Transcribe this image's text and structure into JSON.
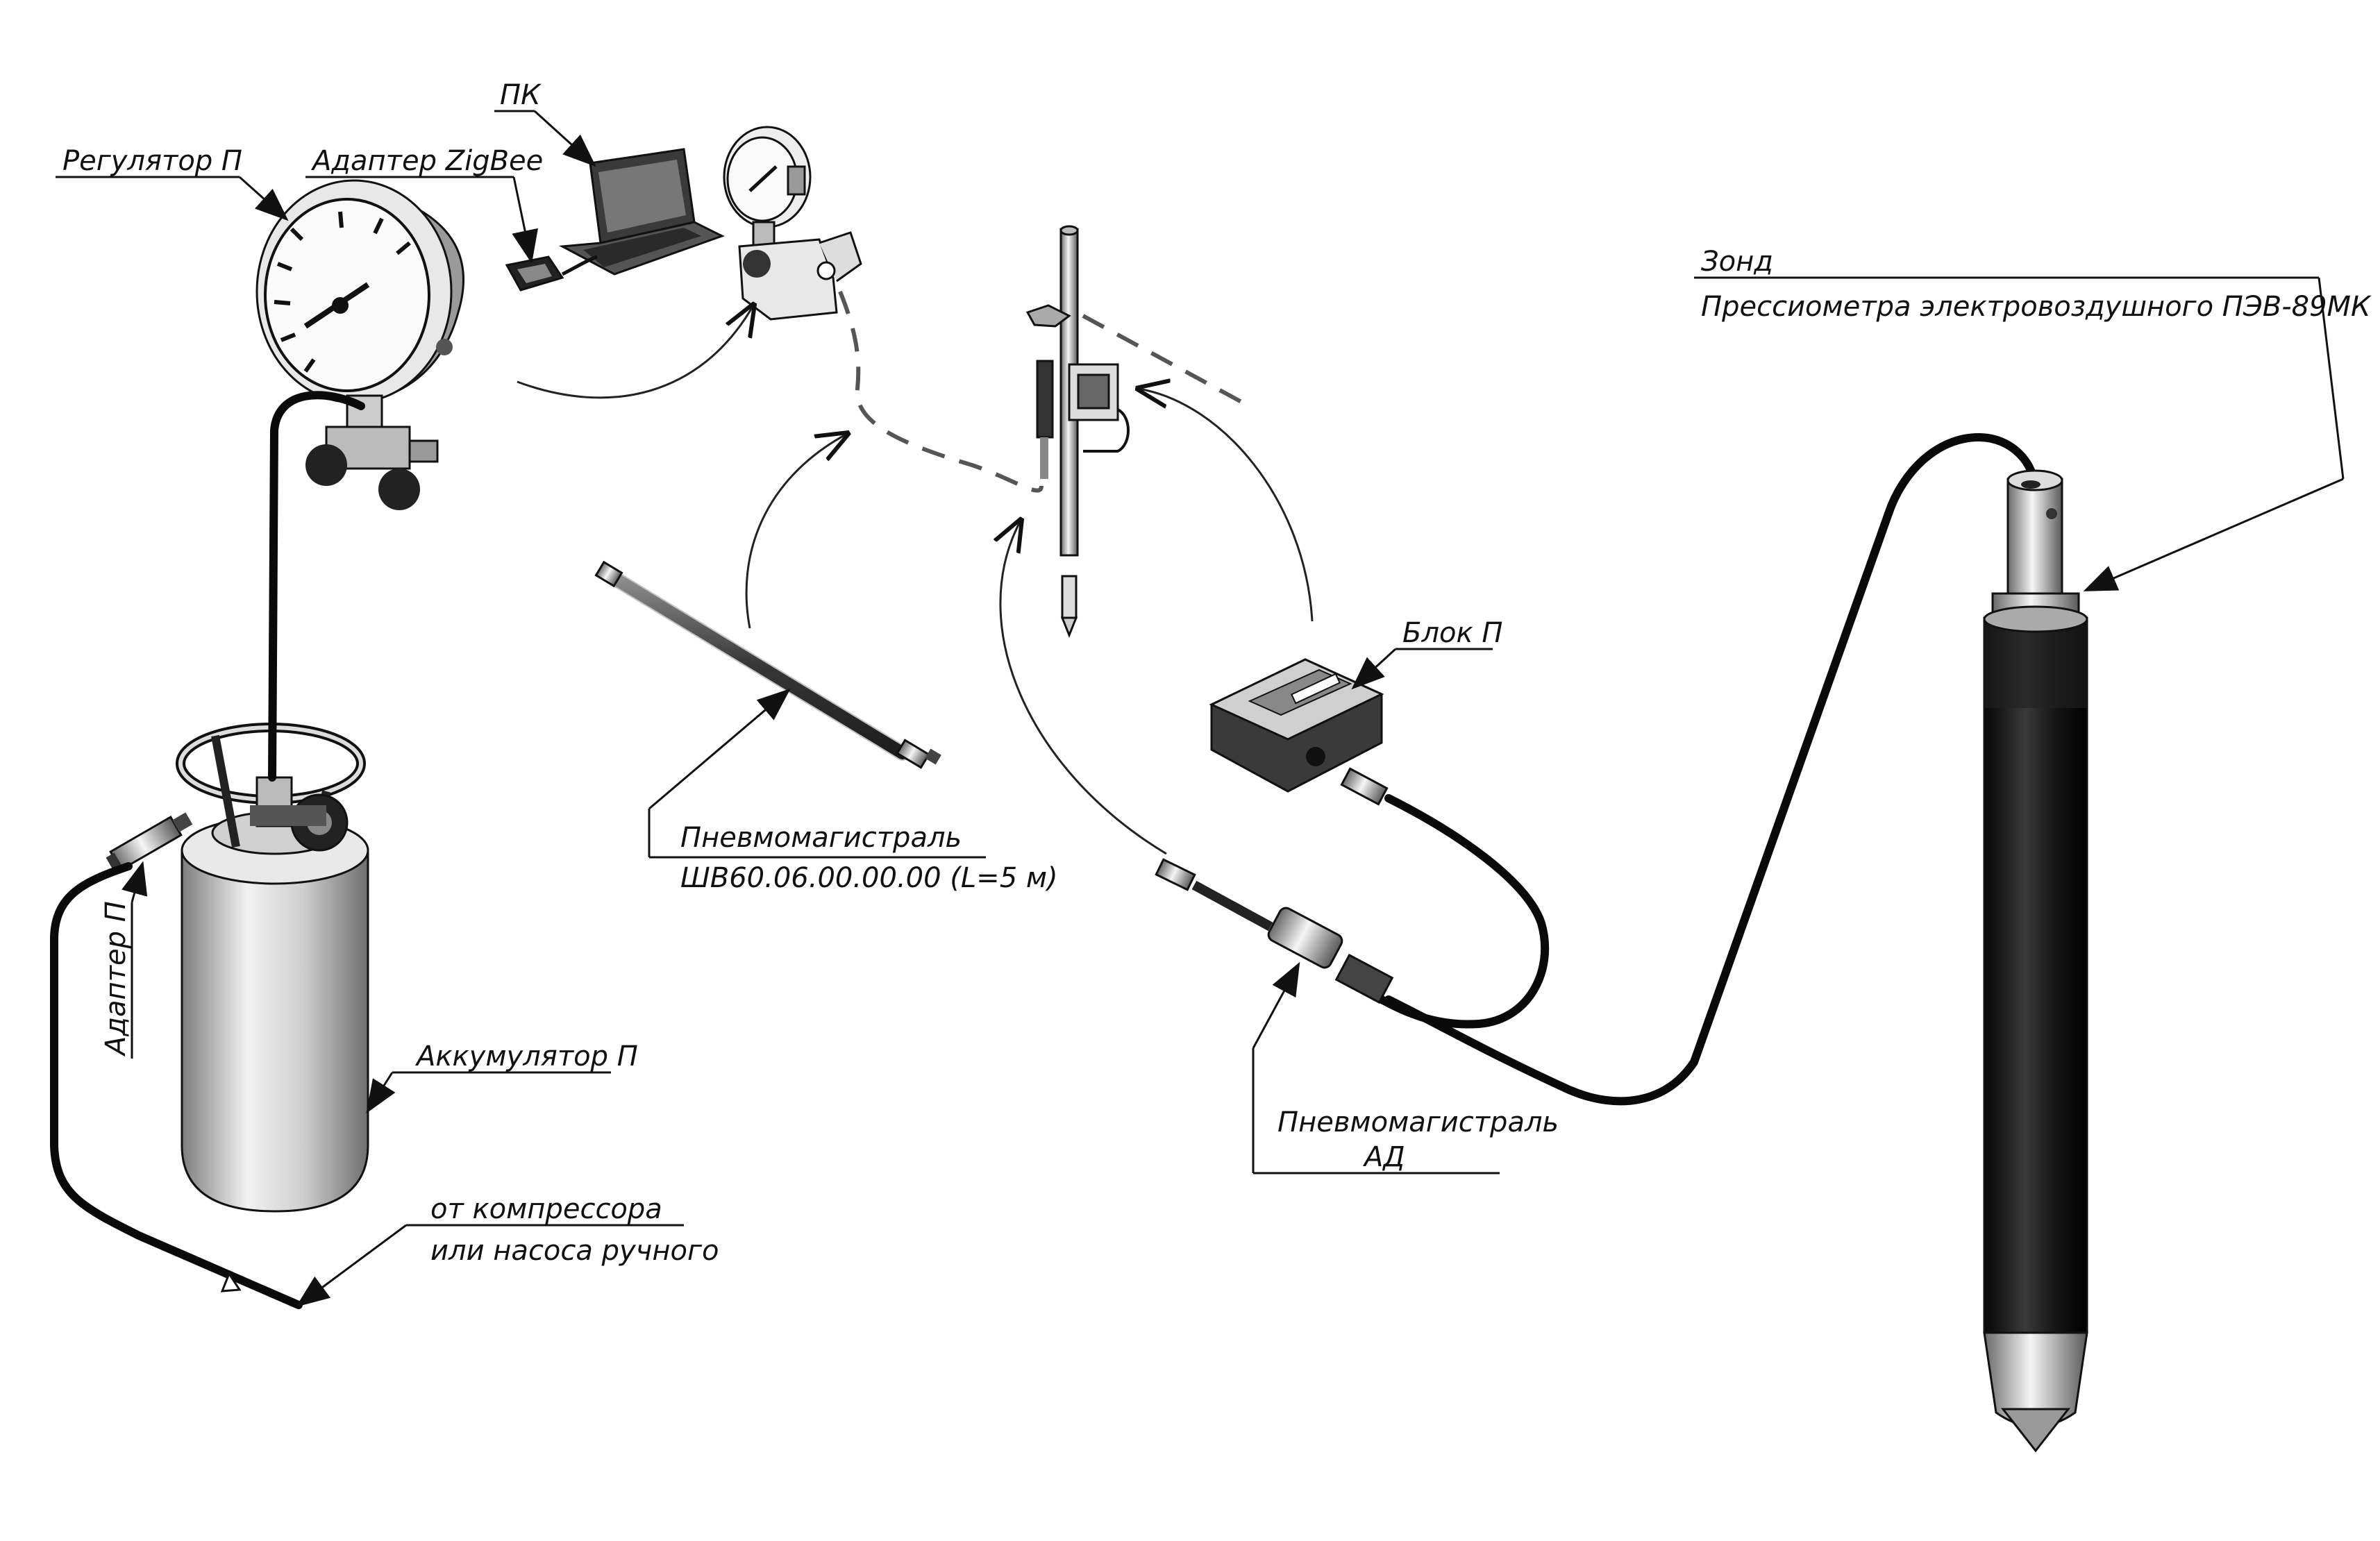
{
  "labels": {
    "pk": "ПК",
    "adapter_zigbee": "Адаптер ZigBee",
    "regulator": "Регулятор П",
    "zond_line1": "Зонд",
    "zond_line2": "Прессиометра электровоздушного ПЭВ-89МК",
    "blok": "Блок П",
    "pnevmo_1_line1": "Пневмомагистраль",
    "pnevmo_1_line2": "ШВ60.06.00.00.00 (L=5 м)",
    "adapter_p": "Адаптер П",
    "accumulator": "Аккумулятор П",
    "compressor_line1": "от компрессора",
    "compressor_line2": "или насоса ручного",
    "pnevmo_ad_line1": "Пневмомагистраль",
    "pnevmo_ad_line2": "АД"
  },
  "colors": {
    "ink": "#111111",
    "steel_light": "#e4e4e4",
    "steel_dark": "#7a7a7a",
    "probe_black": "#161616"
  }
}
